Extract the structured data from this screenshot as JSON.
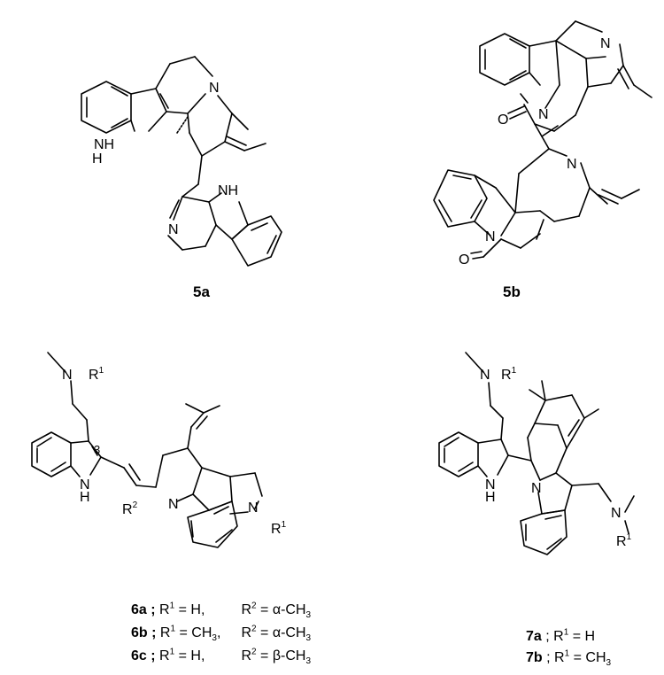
{
  "compounds": {
    "c5a": {
      "label": "5a"
    },
    "c5b": {
      "label": "5b"
    }
  },
  "atoms": {
    "N": "N",
    "H": "H",
    "NH": "NH",
    "O": "O",
    "R1": "R",
    "R2": "R",
    "sup1": "1",
    "sup2": "2",
    "pos3": "3"
  },
  "legend_left": [
    {
      "id": "6a",
      "r1": "H,",
      "r2_text": "α-CH",
      "r2_sub": "3"
    },
    {
      "id": "6b",
      "r1": "CH",
      "r1_sub": "3",
      "r1_tail": ",",
      "r2_text": "α-CH",
      "r2_sub": "3"
    },
    {
      "id": "6c",
      "r1": "H,",
      "r2_text": "β-CH",
      "r2_sub": "3"
    }
  ],
  "legend_right": [
    {
      "id": "7a",
      "r1": "H"
    },
    {
      "id": "7b",
      "r1": "CH",
      "r1_sub": "3"
    }
  ],
  "common": {
    "r_symbol": "R",
    "sup1": "1",
    "sup2": "2",
    "eq": "=",
    "sep": ";"
  }
}
